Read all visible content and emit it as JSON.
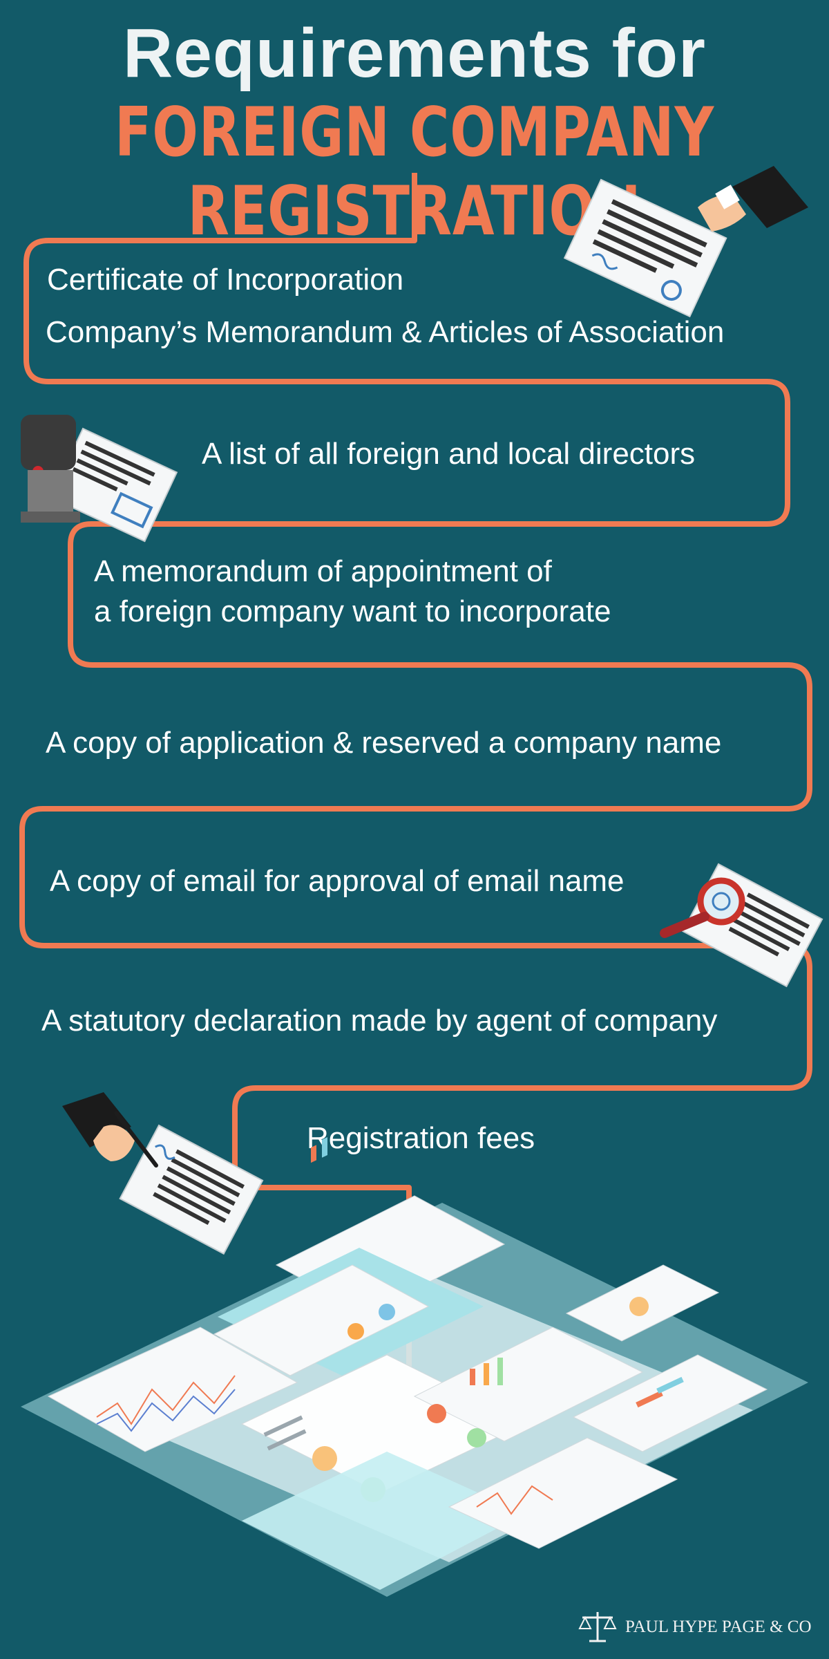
{
  "header": {
    "title_line1": "Requirements for",
    "title_line2": "FOREIGN COMPANY REGISTRATION"
  },
  "requirements": [
    "Certificate of Incorporation",
    "Company’s Memorandum & Articles of Association",
    "A list of all foreign and local directors",
    "A memorandum of appointment of",
    "a foreign company want to incorporate",
    "A copy of application & reserved a company name",
    "A copy of email for approval of email name",
    "A statutory declaration made by agent of company",
    "Registration fees"
  ],
  "icons": [
    "hand-holding-document-icon",
    "rubber-stamp-icon",
    "magnifying-glass-document-icon",
    "hand-signing-document-icon",
    "scattered-reports-illustration",
    "scales-of-justice-icon"
  ],
  "footer": {
    "brand": "PAUL HYPE PAGE & CO"
  },
  "colors": {
    "background": "#125a68",
    "accent": "#f07a52",
    "text": "#ffffff"
  }
}
